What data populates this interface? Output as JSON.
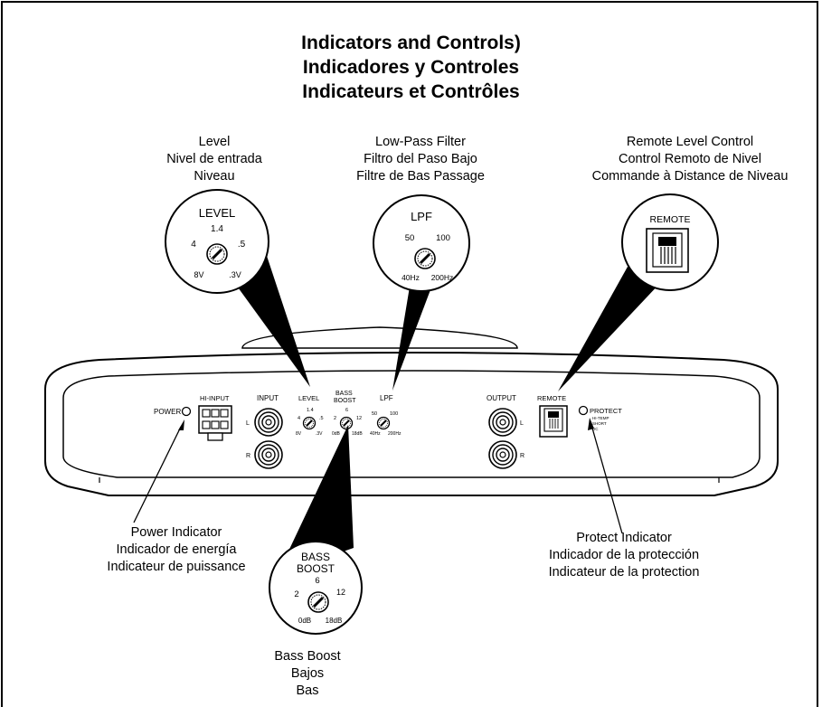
{
  "title": {
    "line1": "Indicators and Controls)",
    "line2": "Indicadores y Controles",
    "line3": "Indicateurs et Contrôles"
  },
  "captions": {
    "level": [
      "Level",
      "Nivel de entrada",
      "Niveau"
    ],
    "lpf": [
      "Low-Pass Filter",
      "Filtro del Paso Bajo",
      "Filtre de Bas Passage"
    ],
    "remote": [
      "Remote Level Control",
      "Control Remoto de Nivel",
      "Commande à Distance de Niveau"
    ],
    "power": [
      "Power Indicator",
      "Indicador de energía",
      "Indicateur de puissance"
    ],
    "bass": [
      "Bass Boost",
      "Bajos",
      "Bas"
    ],
    "protect": [
      "Protect Indicator",
      "Indicador de la protección",
      "Indicateur de la protection"
    ]
  },
  "zoom": {
    "level": {
      "label": "LEVEL",
      "top": "1.4",
      "left": "4",
      "right": ".5",
      "bl": "8V",
      "br": ".3V"
    },
    "lpf": {
      "label": "LPF",
      "tl": "50",
      "tr": "100",
      "bl": "40Hz",
      "br": "200Hz"
    },
    "remote": {
      "label": "REMOTE"
    },
    "bass": {
      "label1": "BASS",
      "label2": "BOOST",
      "top": "6",
      "left": "2",
      "right": "12",
      "bl": "0dB",
      "br": "18dB"
    }
  },
  "panel": {
    "power": "POWER",
    "hi_input": "HI-INPUT",
    "input": "INPUT",
    "level": "LEVEL",
    "level_top": "1.4",
    "level_l": "4",
    "level_r": ".5",
    "level_bl": "8V",
    "level_br": ".3V",
    "bass1": "BASS",
    "bass2": "BOOST",
    "bass_top": "6",
    "bass_l": "2",
    "bass_r": "12",
    "bass_bl": "0dB",
    "bass_br": "18dB",
    "lpf": "LPF",
    "lpf_tl": "50",
    "lpf_tr": "100",
    "lpf_bl": "40Hz",
    "lpf_br": "200Hz",
    "output": "OUTPUT",
    "remote": "REMOTE",
    "protect": "PROTECT",
    "protect_sub1": "HI-TEMP",
    "protect_sub2": "SHORT",
    "protect_sub3": "DC",
    "l": "L",
    "r": "R"
  }
}
